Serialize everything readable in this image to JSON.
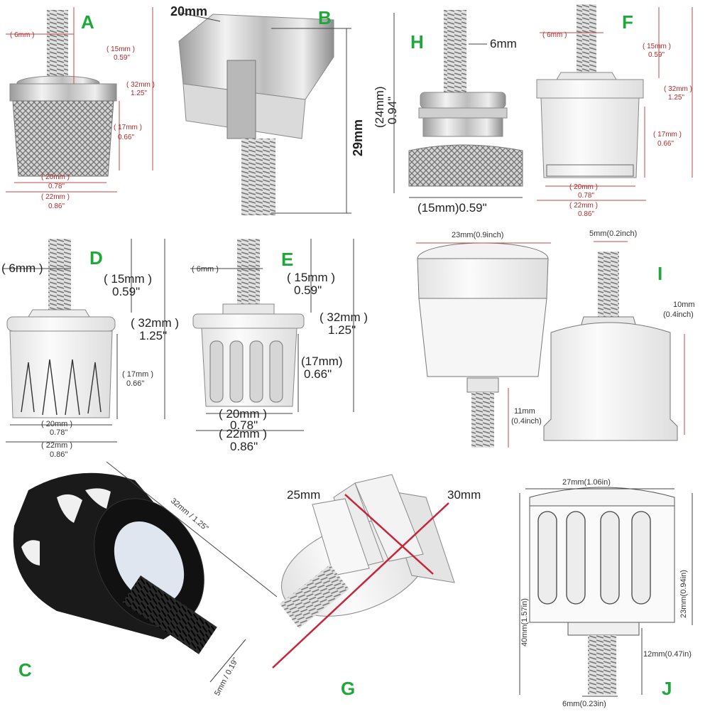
{
  "panels": {
    "A": {
      "label": "A",
      "d1": "( 6mm )",
      "d2a": "( 15mm )",
      "d2b": "0.59\"",
      "d3a": "( 32mm )",
      "d3b": "1.25\"",
      "d4a": "( 17mm )",
      "d4b": "0.66\"",
      "d5a": "( 20mm )",
      "d5b": "0.78\"",
      "d6a": "( 22mm )",
      "d6b": "0.86\""
    },
    "B": {
      "label": "B",
      "d1": "20mm",
      "d2": "29mm"
    },
    "H": {
      "label": "H",
      "d1": "6mm",
      "d2a": "(24mm)",
      "d2b": "0.94\"",
      "d3": "(15mm)0.59\""
    },
    "F": {
      "label": "F",
      "d1": "( 6mm )",
      "d2a": "( 15mm )",
      "d2b": "0.59\"",
      "d3a": "( 32mm )",
      "d3b": "1.25\"",
      "d4a": "( 17mm )",
      "d4b": "0.66\"",
      "d5a": "( 20mm )",
      "d5b": "0.78\"",
      "d6a": "( 22mm )",
      "d6b": "0.86\""
    },
    "D": {
      "label": "D",
      "d1": "( 6mm )",
      "d2a": "( 15mm )",
      "d2b": "0.59\"",
      "d3a": "( 32mm )",
      "d3b": "1.25\"",
      "d4a": "( 17mm )",
      "d4b": "0.66\"",
      "d5a": "( 20mm )",
      "d5b": "0.78\"",
      "d6a": "( 22mm )",
      "d6b": "0.86\""
    },
    "E": {
      "label": "E",
      "d1": "( 6mm )",
      "d2a": "( 15mm )",
      "d2b": "0.59\"",
      "d3a": "( 32mm )",
      "d3b": "1.25\"",
      "d4a": "(17mm)",
      "d4b": "0.66\"",
      "d5a": "( 20mm )",
      "d5b": "0.78\"",
      "d6a": "( 22mm )",
      "d6b": "0.86\""
    },
    "I": {
      "label": "I",
      "d1": "23mm(0.9inch)",
      "d2": "5mm(0.2inch)",
      "d3a": "10mm",
      "d3b": "(0.4inch)",
      "d4a": "11mm",
      "d4b": "(0.4inch)"
    },
    "C": {
      "label": "C",
      "d1": "32mm / 1.25\"",
      "d2": "5mm / 0.19\""
    },
    "G": {
      "label": "G",
      "d1": "25mm",
      "d2": "30mm"
    },
    "J": {
      "label": "J",
      "d1": "27mm(1.06in)",
      "d2": "23mm(0.94in)",
      "d3": "40mm(1.57in)",
      "d4": "12mm(0.47in)",
      "d5": "6mm(0.23in)"
    }
  },
  "colors": {
    "label_green": "#1fa83a",
    "dim_red": "#b02a2a",
    "chrome": "#c8c8c8",
    "black_anodized": "#151515"
  }
}
